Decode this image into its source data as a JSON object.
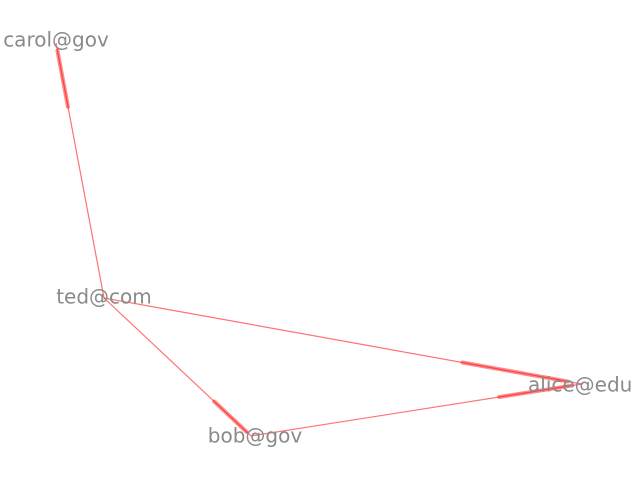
{
  "graph": {
    "type": "network",
    "edge_color": "#ff0000",
    "label_color": "#8a8a8a",
    "nodes": [
      {
        "id": "carol",
        "label": "carol@gov"
      },
      {
        "id": "ted",
        "label": "ted@com"
      },
      {
        "id": "alice",
        "label": "alice@edu"
      },
      {
        "id": "bob",
        "label": "bob@gov"
      }
    ],
    "edges": [
      {
        "source": "ted",
        "target": "carol"
      },
      {
        "source": "ted",
        "target": "alice"
      },
      {
        "source": "ted",
        "target": "bob"
      },
      {
        "source": "bob",
        "target": "alice"
      }
    ]
  }
}
